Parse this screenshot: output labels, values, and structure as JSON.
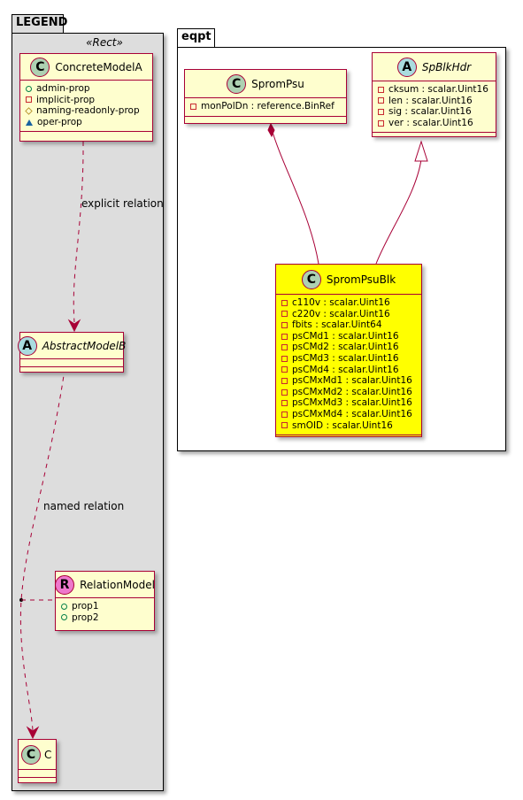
{
  "legend_package": {
    "name": "LEGEND",
    "stereotype": "«Rect»",
    "classes": {
      "concrete": {
        "badge": "C",
        "name": "ConcreteModelA",
        "attributes": [
          {
            "visibility": "public",
            "text": "admin-prop"
          },
          {
            "visibility": "private",
            "text": "implicit-prop"
          },
          {
            "visibility": "protected",
            "text": "naming-readonly-prop"
          },
          {
            "visibility": "package",
            "text": "oper-prop"
          }
        ]
      },
      "abstract": {
        "badge": "A",
        "name": "AbstractModelB"
      },
      "relation": {
        "badge": "R",
        "name": "RelationModel",
        "attributes": [
          {
            "visibility": "public",
            "text": "prop1"
          },
          {
            "visibility": "public",
            "text": "prop2"
          }
        ]
      },
      "c": {
        "badge": "C",
        "name": "C"
      }
    },
    "relations": {
      "explicit": "explicit relation",
      "named": "named relation"
    }
  },
  "eqpt_package": {
    "name": "eqpt",
    "classes": {
      "sprompsu": {
        "badge": "C",
        "name": "SpromPsu",
        "attributes": [
          {
            "visibility": "private",
            "text": "monPolDn : reference.BinRef"
          }
        ]
      },
      "spblkhdr": {
        "badge": "A",
        "name": "SpBlkHdr",
        "attributes": [
          {
            "visibility": "private",
            "text": "cksum : scalar.Uint16"
          },
          {
            "visibility": "private",
            "text": "len : scalar.Uint16"
          },
          {
            "visibility": "private",
            "text": "sig : scalar.Uint16"
          },
          {
            "visibility": "private",
            "text": "ver : scalar.Uint16"
          }
        ]
      },
      "sprompsublk": {
        "badge": "C",
        "name": "SpromPsuBlk",
        "attributes": [
          {
            "visibility": "private",
            "text": "c110v : scalar.Uint16"
          },
          {
            "visibility": "private",
            "text": "c220v : scalar.Uint16"
          },
          {
            "visibility": "private",
            "text": "fbits : scalar.Uint64"
          },
          {
            "visibility": "private",
            "text": "psCMd1 : scalar.Uint16"
          },
          {
            "visibility": "private",
            "text": "psCMd2 : scalar.Uint16"
          },
          {
            "visibility": "private",
            "text": "psCMd3 : scalar.Uint16"
          },
          {
            "visibility": "private",
            "text": "psCMd4 : scalar.Uint16"
          },
          {
            "visibility": "private",
            "text": "psCMxMd1 : scalar.Uint16"
          },
          {
            "visibility": "private",
            "text": "psCMxMd2 : scalar.Uint16"
          },
          {
            "visibility": "private",
            "text": "psCMxMd3 : scalar.Uint16"
          },
          {
            "visibility": "private",
            "text": "psCMxMd4 : scalar.Uint16"
          },
          {
            "visibility": "private",
            "text": "smOID : scalar.Uint16"
          }
        ]
      }
    }
  },
  "colors": {
    "class_fill": "#fefece",
    "highlight_fill": "#ffff00",
    "border": "#a80036",
    "legend_fill": "#dddddd"
  }
}
